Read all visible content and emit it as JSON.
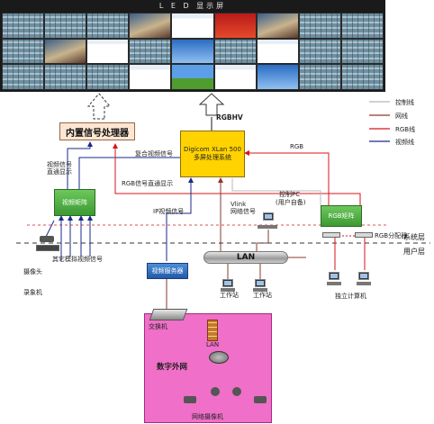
{
  "led_wall": {
    "title": "L E D 显示屏"
  },
  "legend": {
    "items": [
      {
        "label": "控制线",
        "color": "#b8b8b8",
        "style": "solid"
      },
      {
        "label": "网线",
        "color": "#8a3a2a",
        "style": "solid"
      },
      {
        "label": "RGB线",
        "color": "#d8131a",
        "style": "solid"
      },
      {
        "label": "视频线",
        "color": "#1a2a8a",
        "style": "solid"
      }
    ]
  },
  "nodes": {
    "signal_processor": "内置信号处理器",
    "xlan_line1": "Digicom XLan 500",
    "xlan_line2": "多屏处理系统",
    "video_matrix": "视频矩阵",
    "rgb_matrix": "RGB矩阵",
    "video_server": "视频服务器",
    "lan": "LAN",
    "outer_net": "数字外网",
    "outer_lan": "LAN"
  },
  "labels": {
    "rgbhv": "RGBHV",
    "composite": "复合视频信号",
    "video_direct": "视频信号\n直通显示",
    "rgb_direct": "RGB信号直通显示",
    "rgb": "RGB",
    "ip_video": "IP视频信号",
    "vlink": "Vlink",
    "vlink_sub": "网络信号",
    "control_pc": "控制PC",
    "control_pc_sub": "(用户自备)",
    "rgb_splitter": "RGB分配器",
    "other_analog": "其它模拟视频信号",
    "camera": "摄像头",
    "recorder": "录象机",
    "workstation_1": "工作站",
    "workstation_2": "工作站",
    "independent_pc": "独立计算机",
    "switch": "交换机",
    "network_camera": "网络摄像机",
    "system_layer": "系统层",
    "user_layer": "用户层"
  }
}
